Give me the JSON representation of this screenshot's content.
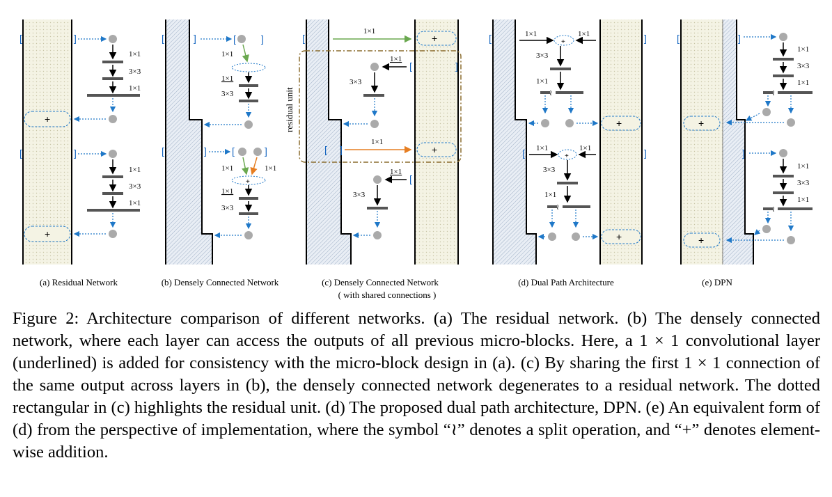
{
  "panels": [
    {
      "caption": "(a) Residual Network"
    },
    {
      "caption": "(b) Densely Connected Network"
    },
    {
      "caption": "(c) Densely Connected Network",
      "caption2": "( with shared connections )",
      "box_label": "residual unit"
    },
    {
      "caption": "(d) Dual Path Architecture"
    },
    {
      "caption": "(e) DPN"
    }
  ],
  "op_labels": {
    "one": "1×1",
    "three": "3×3",
    "plus": "+",
    "split": "≀",
    "bracket_open": "[",
    "bracket_close": "]"
  },
  "caption": "Figure 2: Architecture comparison of different networks. (a) The residual network. (b) The densely connected network, where each layer can access the outputs of all previous micro-blocks. Here, a 1 × 1 convolutional layer (underlined) is added for consistency with the micro-block design in (a). (c) By sharing the first 1 × 1 connection of the same output across layers in (b), the densely connected network degenerates to a residual network. The dotted rectangular in (c) highlights the residual unit. (d) The proposed dual path architecture, DPN. (e) An equivalent form of (d) from the perspective of implementation, where the symbol “≀” denotes a split operation, and “+” denotes element-wise addition.",
  "colors": {
    "blue": "#1f78c8",
    "green": "#6aa84f",
    "orange": "#e67e22",
    "gray": "#555555",
    "node": "#aaaaaa",
    "box": "#8b6d2e"
  }
}
